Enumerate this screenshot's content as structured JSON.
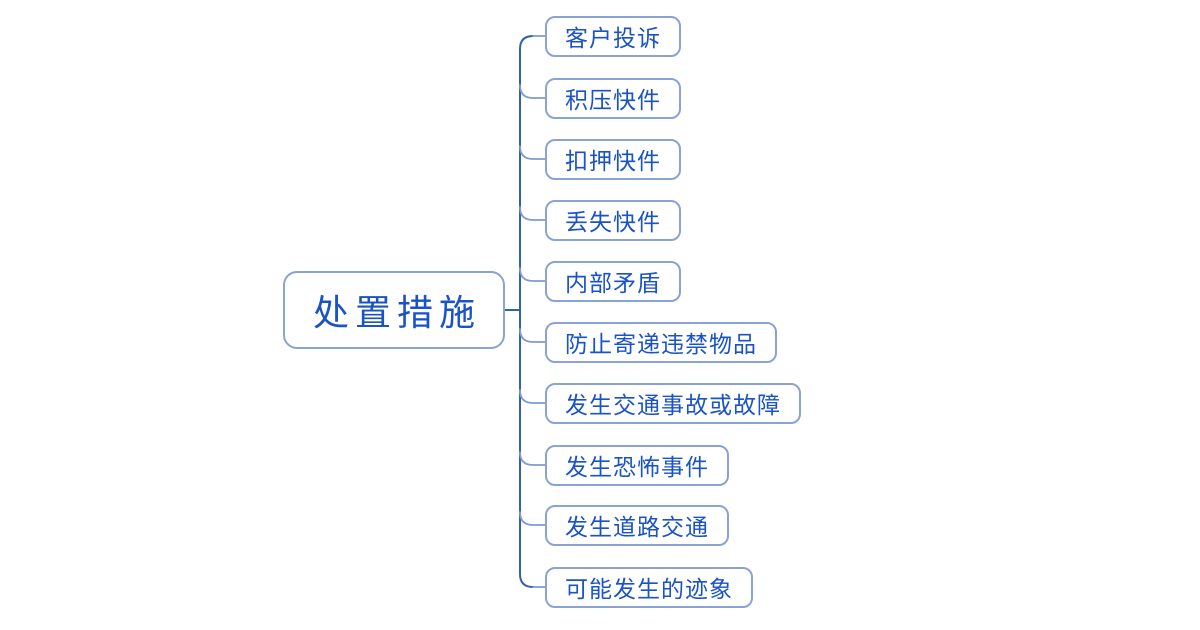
{
  "diagram": {
    "type": "mindmap",
    "root": {
      "label": "处置措施"
    },
    "children": [
      {
        "label": "客户投诉"
      },
      {
        "label": "积压快件"
      },
      {
        "label": "扣押快件"
      },
      {
        "label": "丢失快件"
      },
      {
        "label": "内部矛盾"
      },
      {
        "label": "防止寄递违禁物品"
      },
      {
        "label": "发生交通事故或故障"
      },
      {
        "label": "发生恐怖事件"
      },
      {
        "label": "发生道路交通"
      },
      {
        "label": "可能发生的迹象"
      }
    ],
    "colors": {
      "text": "#1A53C5",
      "node_border": "#8AA3D6",
      "branch_line": "#7F9BD0",
      "trunk_line": "#2F62B2",
      "background": "#FFFFFF"
    }
  }
}
